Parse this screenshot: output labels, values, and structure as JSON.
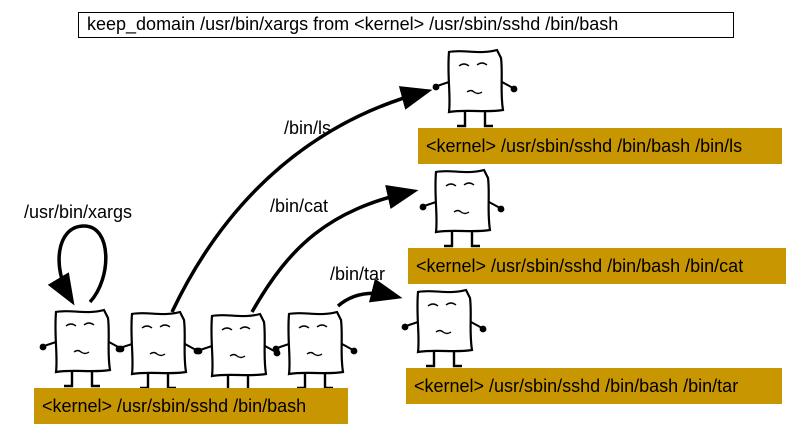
{
  "title": "keep_domain /usr/bin/xargs from <kernel> /usr/sbin/sshd /bin/bash",
  "base_domain": "<kernel> /usr/sbin/sshd /bin/bash",
  "self_transition": "/usr/bin/xargs",
  "transitions": [
    {
      "label": "/bin/ls",
      "domain": "<kernel> /usr/sbin/sshd /bin/bash /bin/ls"
    },
    {
      "label": "/bin/cat",
      "domain": "<kernel> /usr/sbin/sshd /bin/bash /bin/cat"
    },
    {
      "label": "/bin/tar",
      "domain": "<kernel> /usr/sbin/sshd /bin/bash /bin/tar"
    }
  ],
  "colors": {
    "domain_bar": "#c89600"
  }
}
